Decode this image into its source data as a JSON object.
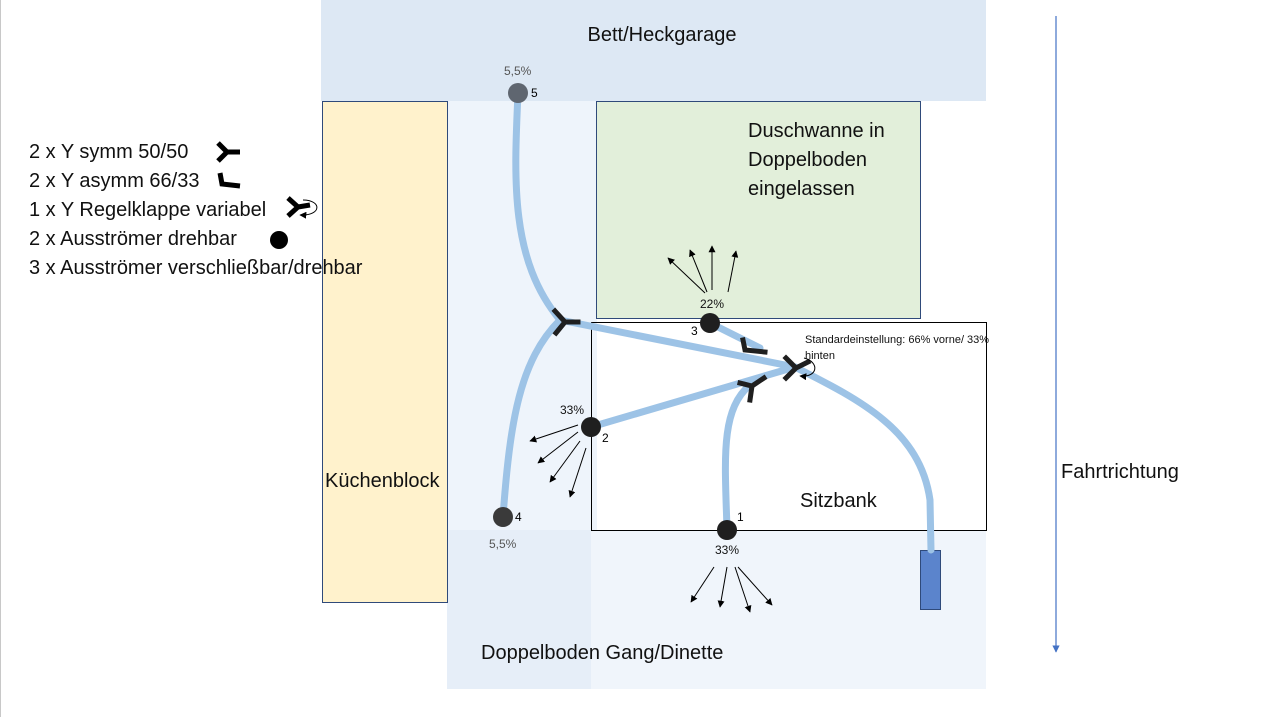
{
  "regions": {
    "bed": "Bett/Heckgarage",
    "kitchen": "Küchenblock",
    "shower": "Duschwanne in\nDoppelboden\neingelassen",
    "bench": "Sitzbank",
    "aisle": "Doppelboden Gang/Dinette",
    "direction": "Fahrtrichtung"
  },
  "legend": [
    "2 x Y symm 50/50",
    "2 x Y asymm 66/33",
    "1 x Y Regelklappe variabel",
    "2 x Ausströmer drehbar",
    "3 x Ausströmer verschließbar/drehbar"
  ],
  "outlets": [
    {
      "number": "1",
      "percent": "33%"
    },
    {
      "number": "2",
      "percent": "33%"
    },
    {
      "number": "3",
      "percent": "22%"
    },
    {
      "number": "4",
      "percent": "5,5%"
    },
    {
      "number": "5",
      "percent": "5,5%"
    }
  ],
  "note": "Standardeinstellung: 66% vorne/ 33% hinten",
  "colors": {
    "duct": "#9dc3e6",
    "bed": "#dde8f4",
    "kitchen": "#fff2cc",
    "shower": "#e2efda",
    "heater": "#5b84cc",
    "arrow": "#4472c4"
  }
}
